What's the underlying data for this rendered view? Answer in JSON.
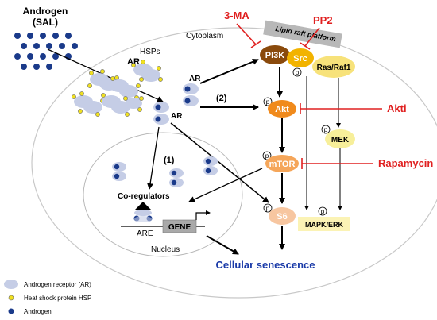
{
  "source": {
    "title": "Androgen",
    "subtitle": "(SAL)"
  },
  "compartments": {
    "cytoplasm": "Cytoplasm",
    "nucleus": "Nucleus",
    "lipid_raft": "Lipid raft platform"
  },
  "labels": {
    "hsps": "HSPs",
    "ar_complex": "AR",
    "ar_free": "AR",
    "ar_cytoplasm": "AR",
    "pathway1": "(1)",
    "pathway2": "(2)",
    "coregulators": "Co-regulators",
    "are": "ARE",
    "gene": "GENE",
    "outcome": "Cellular senescence"
  },
  "nodes": {
    "pi3k": "PI3K",
    "src": "Src",
    "ras_raf1": "Ras/Raf1",
    "akt": "Akt",
    "mtor": "mTOR",
    "s6": "S6",
    "mek": "MEK",
    "mapk_erk": "MAPK/ERK"
  },
  "phospho_mark": "p",
  "inhibitors": {
    "three_ma": "3-MA",
    "pp2": "PP2",
    "akti": "Akti",
    "rapamycin": "Rapamycin"
  },
  "legend": [
    {
      "text": "Androgen receptor (AR)"
    },
    {
      "text": "Heat shock protein HSP"
    },
    {
      "text": "Androgen"
    }
  ],
  "colors": {
    "inhibitor": "#e02020",
    "pi3k": "#8a4a0c",
    "src": "#f2b300",
    "ras_raf1": "#f7e27a",
    "akt": "#f08a1c",
    "mtor": "#f5a65a",
    "s6": "#f7c6a0",
    "mek": "#f7ef9a",
    "mapk_erk": "#fbf3b5",
    "androgen": "#1a3a8a",
    "hsp": "#f0e020",
    "receptor": "#c5cde6",
    "outcome": "#1a3aa8",
    "raft": "#b8b8b8"
  }
}
